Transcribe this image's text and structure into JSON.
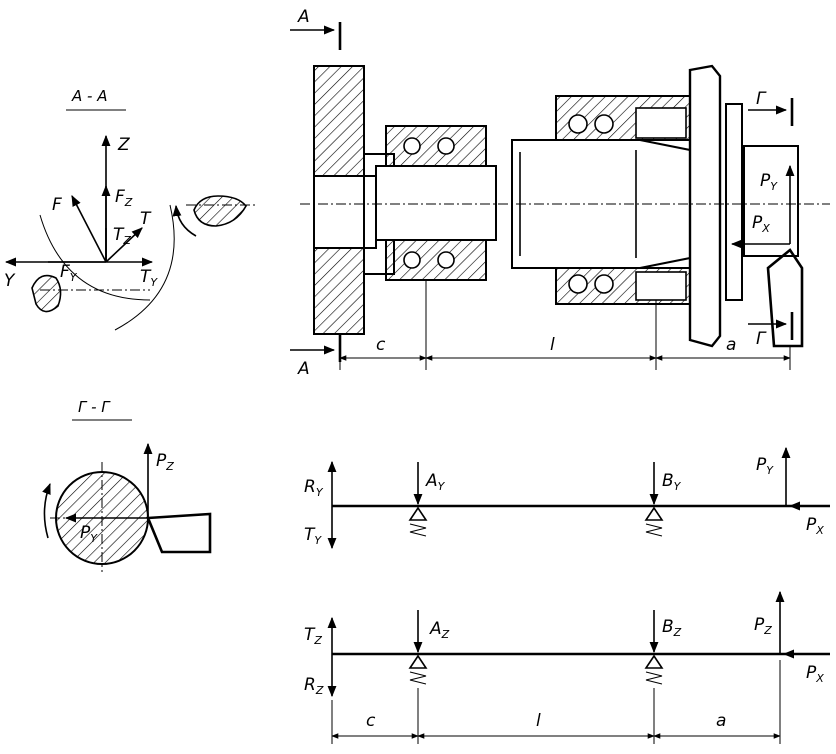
{
  "section_a": {
    "title": "A - A",
    "axis_z": "Z",
    "axis_y": "Y",
    "force_f": "F",
    "force_fz": "F",
    "force_fz_sub": "Z",
    "force_fy": "F",
    "force_fy_sub": "Y",
    "force_t": "T",
    "force_tz": "T",
    "force_tz_sub": "Z",
    "force_ty": "T",
    "force_ty_sub": "Y"
  },
  "section_g": {
    "title": "Г - Г",
    "force_pz": "P",
    "force_pz_sub": "Z",
    "force_py": "P",
    "force_py_sub": "Y"
  },
  "assembly": {
    "section_mark_a": "A",
    "section_mark_g": "Г",
    "force_py": "P",
    "force_py_sub": "Y",
    "force_px": "P",
    "force_px_sub": "X",
    "dim_c": "c",
    "dim_l": "l",
    "dim_a": "a"
  },
  "beam_y": {
    "ry": "R",
    "ry_sub": "Y",
    "ty": "T",
    "ty_sub": "Y",
    "ay": "A",
    "ay_sub": "Y",
    "by": "B",
    "by_sub": "Y",
    "py": "P",
    "py_sub": "Y",
    "px": "P",
    "px_sub": "X"
  },
  "beam_z": {
    "tz": "T",
    "tz_sub": "Z",
    "rz": "R",
    "rz_sub": "Z",
    "az": "A",
    "az_sub": "Z",
    "bz": "B",
    "bz_sub": "Z",
    "pz": "P",
    "pz_sub": "Z",
    "px": "P",
    "px_sub": "X",
    "dim_c": "c",
    "dim_l": "l",
    "dim_a": "a"
  }
}
